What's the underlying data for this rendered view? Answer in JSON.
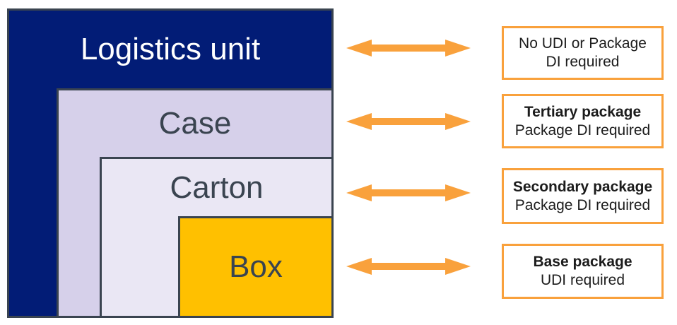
{
  "colors": {
    "navy": "#021C76",
    "case": "#D6D0EA",
    "carton": "#EAE7F4",
    "gold": "#FFC000",
    "border": "#3A4450",
    "orange": "#F9A13C",
    "text": "#3A4450",
    "anntext": "#1C1C1C",
    "bg": "#FFFFFF"
  },
  "diagram": {
    "levels": [
      {
        "label": "Logistics unit"
      },
      {
        "label": "Case"
      },
      {
        "label": "Carton"
      },
      {
        "label": "Box"
      }
    ]
  },
  "annotations": [
    {
      "line1": "No UDI or Package",
      "line2": "DI required"
    },
    {
      "line1": "Tertiary package",
      "line2": "Package DI required"
    },
    {
      "line1": "Secondary package",
      "line2": "Package DI required"
    },
    {
      "line1": "Base package",
      "line2": "UDI required"
    }
  ]
}
